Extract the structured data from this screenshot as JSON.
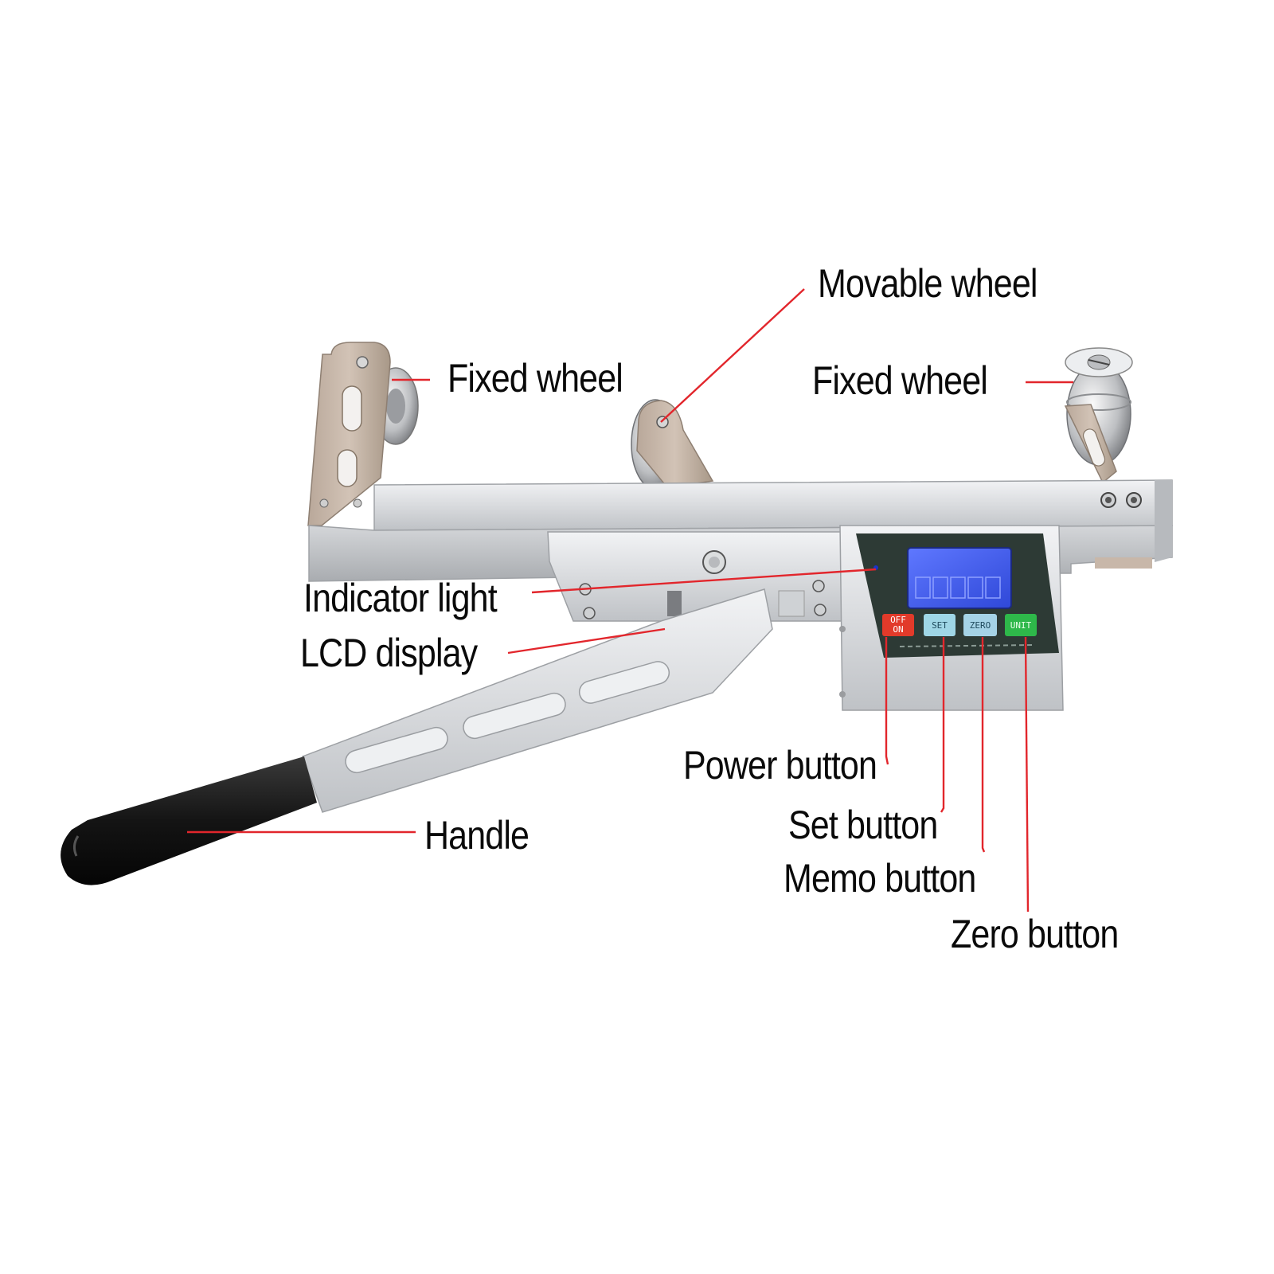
{
  "labels": {
    "movable_wheel": "Movable wheel",
    "fixed_wheel_left": "Fixed wheel",
    "fixed_wheel_right": "Fixed wheel",
    "indicator_light": "Indicator light",
    "lcd_display": "LCD display",
    "handle": "Handle",
    "power_button": "Power button",
    "set_button": "Set button",
    "memo_button": "Memo button",
    "zero_button": "Zero button"
  },
  "panel": {
    "btn_power_line1": "OFF",
    "btn_power_line2": "ON",
    "btn_set": "SET",
    "btn_zero": "ZERO",
    "btn_unit": "UNIT"
  },
  "colors": {
    "leader": "#e2262c",
    "lcd_backlight": "#3d5bf0",
    "btn_power": "#e23a2a",
    "btn_set": "#9fd6e6",
    "btn_zero": "#a5d3e6",
    "btn_unit": "#2eb84a"
  }
}
